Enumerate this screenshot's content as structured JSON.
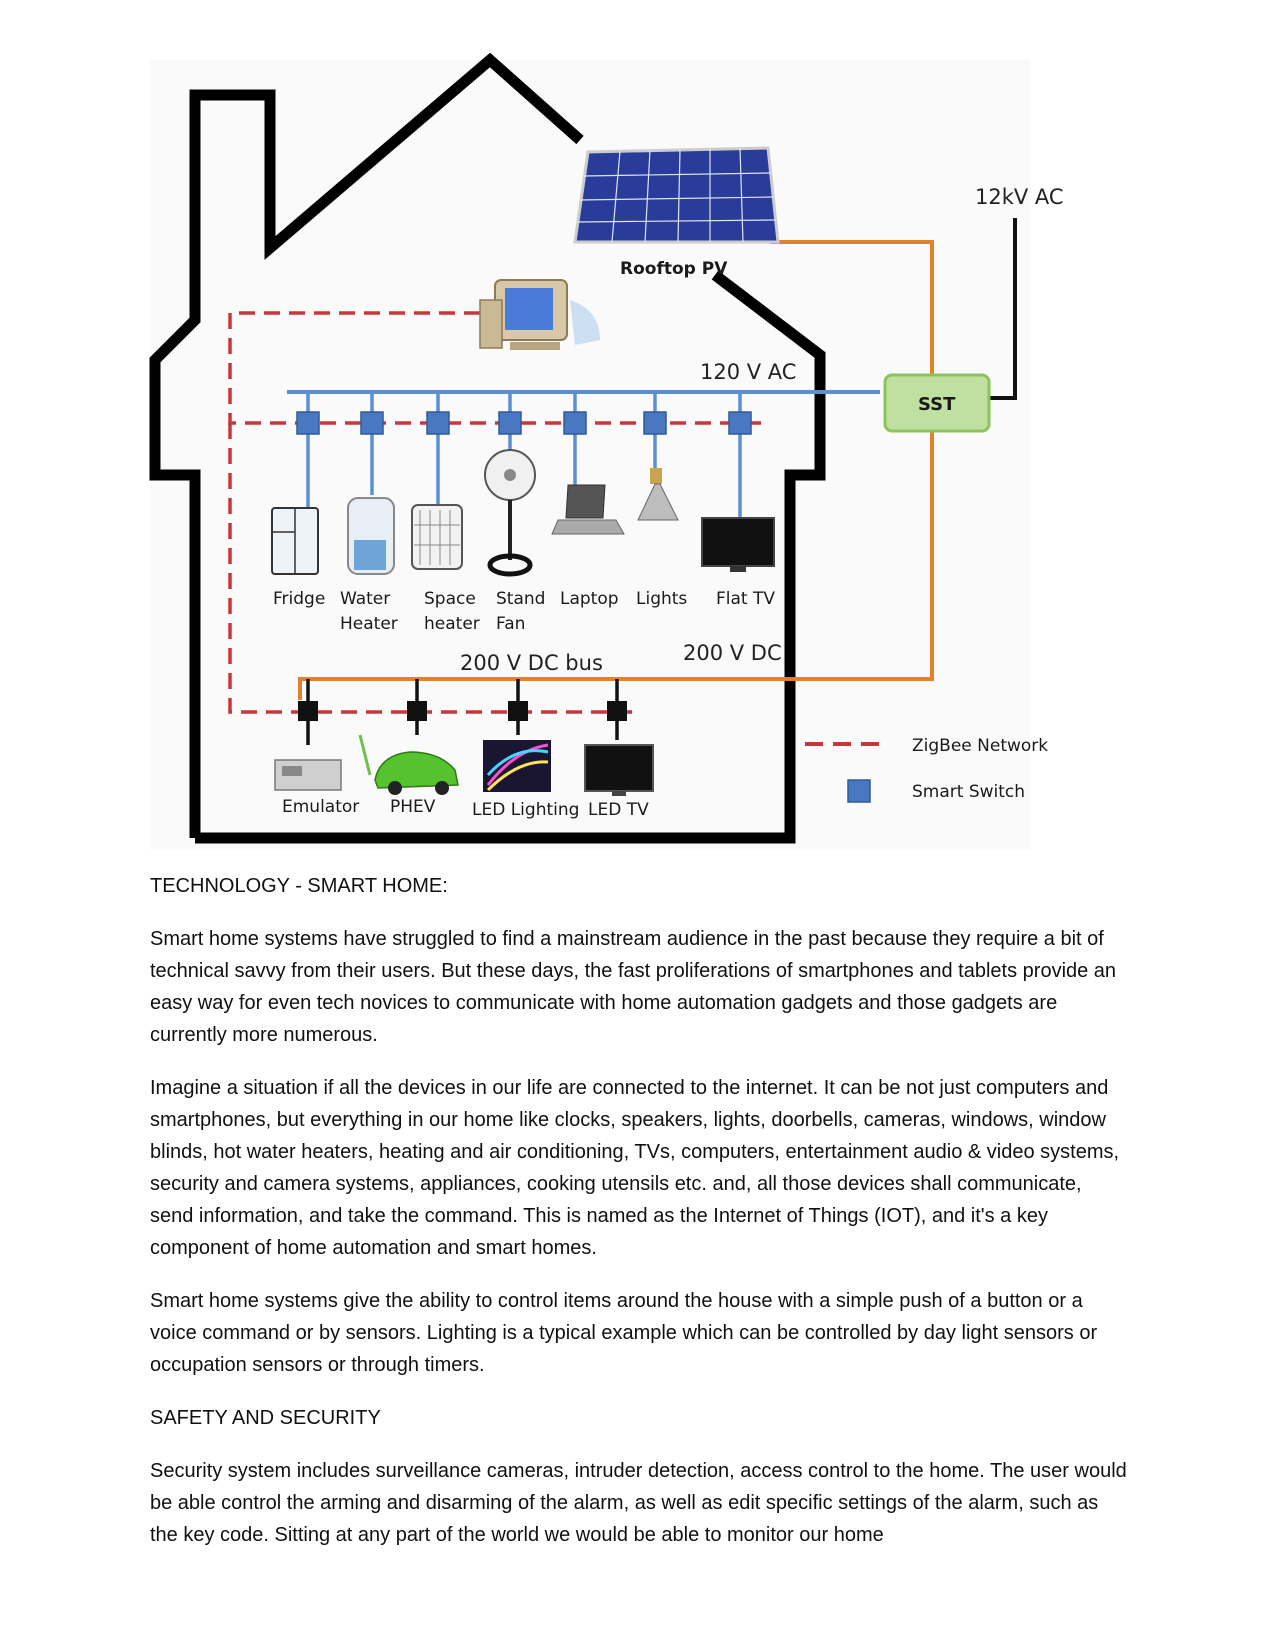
{
  "diagram": {
    "label_12kv": "12kV AC",
    "label_rooftop_pv": "Rooftop PV",
    "label_120v_ac": "120 V AC",
    "label_sst": "SST",
    "label_200v_dc": "200 V DC",
    "label_200v_dc_bus": "200 V DC bus",
    "ac_devices": [
      {
        "name": "fridge",
        "line1": "Fridge",
        "line2": ""
      },
      {
        "name": "water-heater",
        "line1": "Water",
        "line2": "Heater"
      },
      {
        "name": "space-heater",
        "line1": "Space",
        "line2": "heater"
      },
      {
        "name": "stand-fan",
        "line1": "Stand",
        "line2": "Fan"
      },
      {
        "name": "laptop",
        "line1": "Laptop",
        "line2": ""
      },
      {
        "name": "lights",
        "line1": "Lights",
        "line2": ""
      },
      {
        "name": "flat-tv",
        "line1": "Flat TV",
        "line2": ""
      }
    ],
    "dc_devices": [
      "Emulator",
      "PHEV",
      "LED Lighting",
      "LED TV"
    ],
    "legend": {
      "zigbee": "ZigBee Network",
      "smart_switch": "Smart Switch"
    },
    "colors": {
      "ac_line": "#5b8fd1",
      "dc_line": "#e0822a",
      "zigbee": "#c9363a",
      "switch": "#4a78c0",
      "sst_fill": "#bfe0a0",
      "sst_stroke": "#8bc45a"
    }
  },
  "document": {
    "heading1": "TECHNOLOGY - SMART HOME:",
    "para1": "Smart home systems have struggled to find a mainstream audience in the past because they require a bit of technical savvy from their users. But these days, the fast proliferations of smartphones and tablets provide an easy way for even tech novices to communicate with home automation gadgets and those gadgets are currently more numerous.",
    "para2": "Imagine a situation if all the devices in our life are connected to the internet. It can be not just computers and smartphones, but everything in our home like clocks, speakers, lights, doorbells, cameras, windows, window blinds, hot water heaters, heating and air conditioning, TVs, computers, entertainment audio & video systems, security and camera systems, appliances, cooking utensils etc. and, all those devices shall communicate, send information, and take the command. This is named as the Internet of Things (IOT), and it's a key component of home automation and smart homes.",
    "para3": "Smart home systems give the ability to control items around the house with a simple push of a button or a voice command or by sensors. Lighting is a typical example which can be controlled by day light sensors or occupation sensors or through timers.",
    "heading2": "SAFETY AND SECURITY",
    "para4": "Security system includes surveillance cameras, intruder detection, access control to the home. The user would be able control the arming and disarming of the alarm, as well as edit specific settings of the alarm, such as the key code. Sitting at any part of the world we would be able to monitor our home"
  }
}
